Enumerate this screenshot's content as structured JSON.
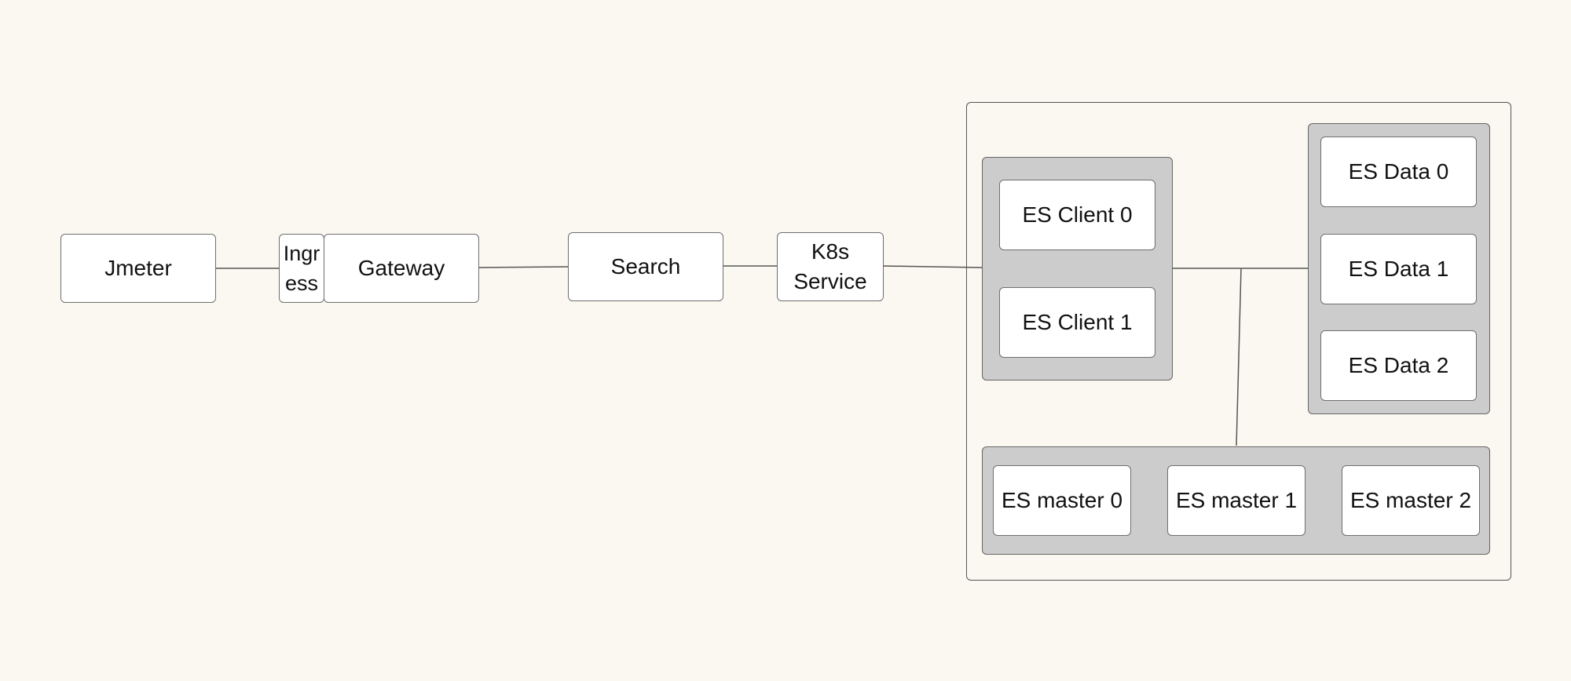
{
  "diagram": {
    "nodes": {
      "jmeter": "Jmeter",
      "ingress": "Ingr\ness",
      "gateway": "Gateway",
      "search": "Search",
      "k8s_service": "K8s\nService",
      "es_client_0": "ES Client 0",
      "es_client_1": "ES Client 1",
      "es_data_0": "ES Data 0",
      "es_data_1": "ES Data 1",
      "es_data_2": "ES Data 2",
      "es_master_0": "ES master 0",
      "es_master_1": "ES master 1",
      "es_master_2": "ES master 2"
    },
    "colors": {
      "background": "#faf8f0",
      "node_fill": "#ffffff",
      "group_fill": "#cccccc",
      "line": "#555555"
    }
  }
}
